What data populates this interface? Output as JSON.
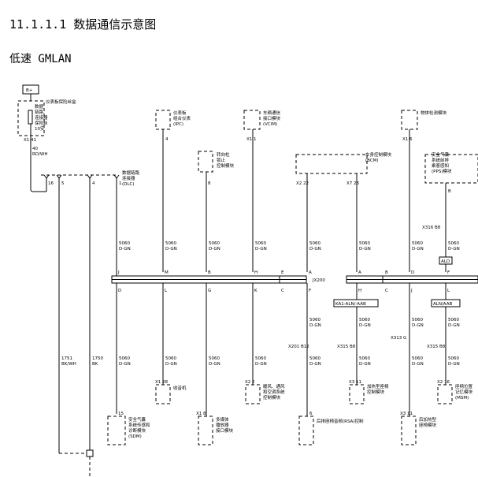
{
  "heading": "11.1.1.1 数据通信示意图",
  "subheading": "低速 GMLAN",
  "labels": {
    "bplus": "B+",
    "fuse_block": "仪表板保险丝盒",
    "fuse_name": [
      "数据",
      "链路",
      "连接器",
      "保险丝",
      "10安"
    ],
    "x1_41": "X1  41",
    "x1_4": "X1  4",
    "x1_1": "X1  1",
    "x1_6": "X1  6",
    "x2_22": "X2  22",
    "x7_23": "X7  23",
    "pin_16": "16",
    "pin_5": "5",
    "pin_4": "4",
    "pin_1": "1",
    "pin_4b": "4",
    "pin_8": "8",
    "pin_B": "B",
    "wire_40": [
      "40",
      "RD/WH"
    ],
    "dlc": [
      "数据链路",
      "连接器",
      "(DLC)"
    ],
    "ipc": [
      "仪表板",
      "组合仪表",
      "(IPC)"
    ],
    "vcim": [
      "车辆通信",
      "接口模块",
      "(VCIM)"
    ],
    "obj": "物体检测模块",
    "steer": [
      "转向柱",
      "锁止",
      "控制模块"
    ],
    "bcm": [
      "车身控制模块",
      "(BCM)"
    ],
    "pps": [
      "安全气囊",
      "系统前排",
      "乘客感知",
      "(PPS)模块"
    ],
    "wire_5060": [
      "5060",
      "D-GN"
    ],
    "wire_1751": [
      "1751",
      "BK/WH"
    ],
    "wire_1750": [
      "1750",
      "BK"
    ],
    "x316": "X316  B8",
    "ald": "ALD",
    "jx200": "JX200",
    "bar_top": [
      "J",
      "M",
      "B",
      "H",
      "E",
      "A",
      "A",
      "B",
      "D",
      "F"
    ],
    "bar_bottom": [
      "D",
      "L",
      "G",
      "K",
      "C",
      "F",
      "H",
      "C",
      "J",
      "L"
    ],
    "ka1": "KA1-ALN/-AAB",
    "aln": "ALN/AAB",
    "x201": "X201  B12",
    "x315a": "X315  B8",
    "x313": "X313  G",
    "x315b": "X315  B8",
    "x1_28": "X1  28",
    "radio": "收音机",
    "x2_2": "X2  2",
    "hvac": [
      "暖风、通风",
      "和空调系统",
      "控制模块"
    ],
    "x3_11": "X3  11",
    "seat": [
      "加热型座椅",
      "控制模块"
    ],
    "x2_16": "X2  16",
    "msm": [
      "座椅位置",
      "记忆模块",
      "(MSM)"
    ],
    "pin_15": "15",
    "sdm": [
      "安全气囊",
      "系统传感和",
      "诊断模块",
      "(SDM)"
    ],
    "x1_8": "X1  8",
    "media": [
      "多媒体",
      "播放器",
      "接口模块"
    ],
    "pin_6": "6",
    "rsa": "后排座椅音频(RSA)控制",
    "x3_11b": "X3  11",
    "rear_heat": [
      "后加热型",
      "座椅模块"
    ]
  }
}
